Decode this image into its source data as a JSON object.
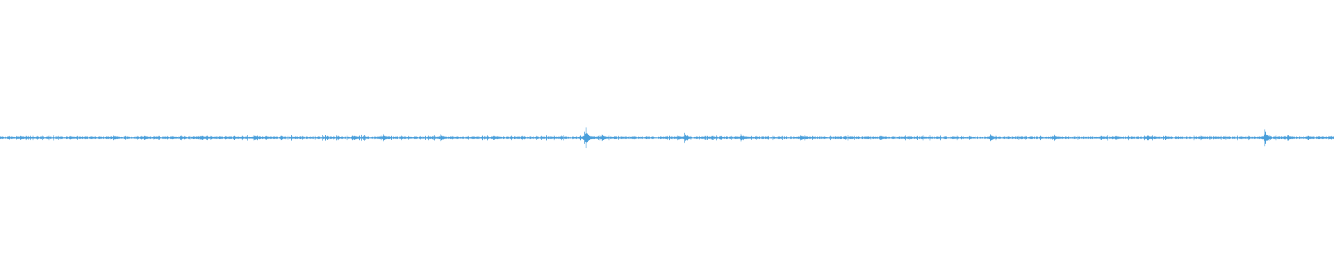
{
  "waveform": {
    "color": "#4a9fdb",
    "background": "#ffffff",
    "peak_amplitudes": [
      0.18,
      0.14,
      0.22,
      0.2,
      0.24,
      0.16,
      0.2,
      0.34,
      0.32,
      0.58,
      0.12,
      1.0,
      0.3,
      0.22,
      0.48,
      0.36,
      0.24,
      0.2,
      0.32,
      0.28,
      0.16,
      0.22,
      0.14,
      0.18,
      0.82,
      0.26,
      0.2,
      0.16,
      0.18,
      0.2
    ],
    "peak_positions": [
      0.015,
      0.052,
      0.085,
      0.108,
      0.19,
      0.199,
      0.265,
      0.287,
      0.33,
      0.438,
      0.45,
      0.439,
      0.451,
      0.508,
      0.513,
      0.555,
      0.6,
      0.66,
      0.742,
      0.79,
      0.836,
      0.86,
      0.874,
      0.9,
      0.948,
      0.965,
      0.98,
      0.996,
      0.151,
      0.37
    ]
  }
}
